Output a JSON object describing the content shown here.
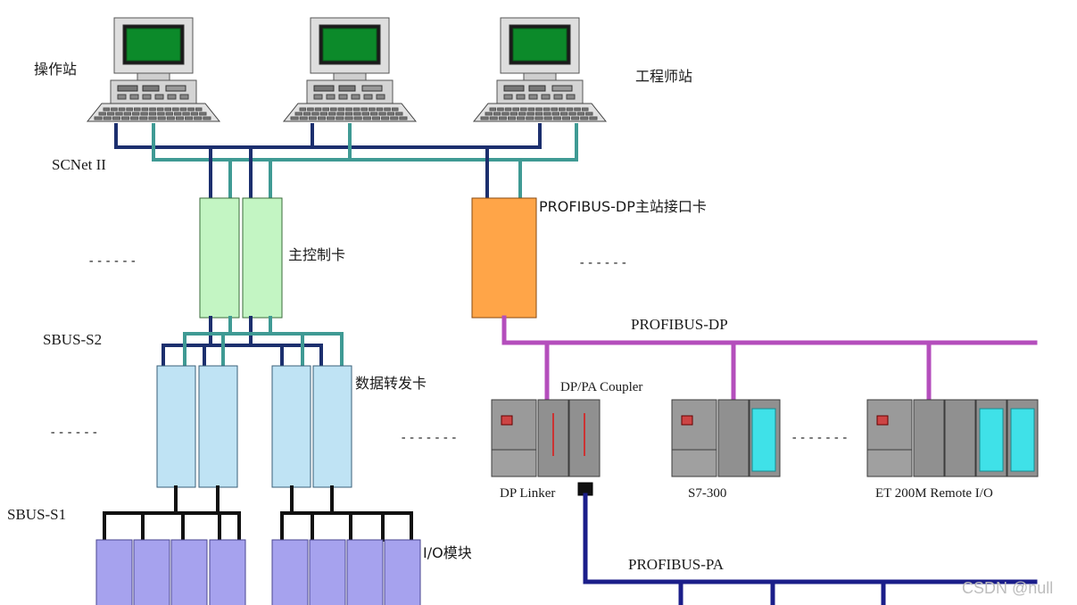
{
  "labels": {
    "operator_station": "操作站",
    "engineer_station": "工程师站",
    "scnet": "SCNet II",
    "profibus_master_card": "PROFIBUS-DP主站接口卡",
    "main_control_card": "主控制卡",
    "sbus_s2": "SBUS-S2",
    "data_forward_card": "数据转发卡",
    "sbus_s1": "SBUS-S1",
    "io_module": "I/O模块",
    "profibus_dp": "PROFIBUS-DP",
    "dp_pa_coupler": "DP/PA Coupler",
    "dp_linker": "DP Linker",
    "s7_300": "S7-300",
    "et200m": "ET 200M Remote I/O",
    "profibus_pa": "PROFIBUS-PA"
  },
  "ellipses": {
    "left_top": "------",
    "right_top": "------",
    "left_mid": "------",
    "mid": "-------",
    "right_mid": "-------"
  },
  "watermark": "CSDN @null",
  "colors": {
    "bus_navy": "#1c2f6e",
    "bus_teal": "#3f9a94",
    "control_card": "#c3f5c3",
    "forward_card": "#bfe3f4",
    "io_module": "#a6a2ee",
    "master_card": "#ffa548",
    "profibus_dp": "#b44ebc",
    "profibus_pa": "#1b1e8a",
    "plc_gray": "#909090",
    "plc_cyan": "#3fe1e8",
    "screen_green": "#0c8a2a"
  }
}
